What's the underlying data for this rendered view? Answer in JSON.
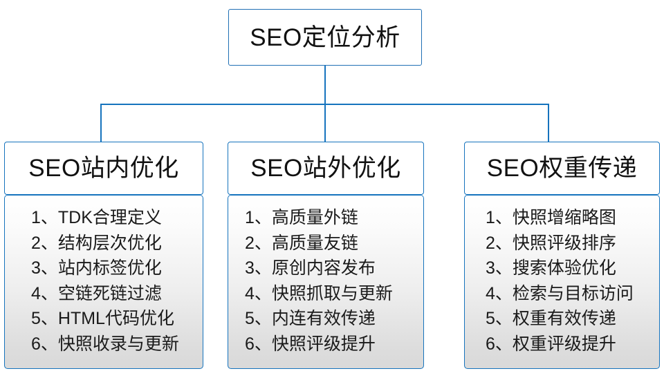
{
  "diagram": {
    "type": "hierarchy-tree",
    "accent_color": "#1573bd",
    "text_color": "#111111",
    "body_gradient_from": "#ffffff",
    "body_gradient_to": "#d9d9d9",
    "root": {
      "label": "SEO定位分析"
    },
    "branches": [
      {
        "title": "SEO站内优化",
        "items": [
          "1、TDK合理定义",
          "2、结构层次优化",
          "3、站内标签优化",
          "4、空链死链过滤",
          "5、HTML代码优化",
          "6、快照收录与更新"
        ]
      },
      {
        "title": "SEO站外优化",
        "items": [
          "1、高质量外链",
          "2、高质量友链",
          "3、原创内容发布",
          "4、快照抓取与更新",
          "5、内连有效传递",
          "6、快照评级提升"
        ]
      },
      {
        "title": "SEO权重传递",
        "items": [
          "1、快照增缩略图",
          "2、快照评级排序",
          "3、搜索体验优化",
          "4、检索与目标访问",
          "5、权重有效传递",
          "6、权重评级提升"
        ]
      }
    ]
  }
}
